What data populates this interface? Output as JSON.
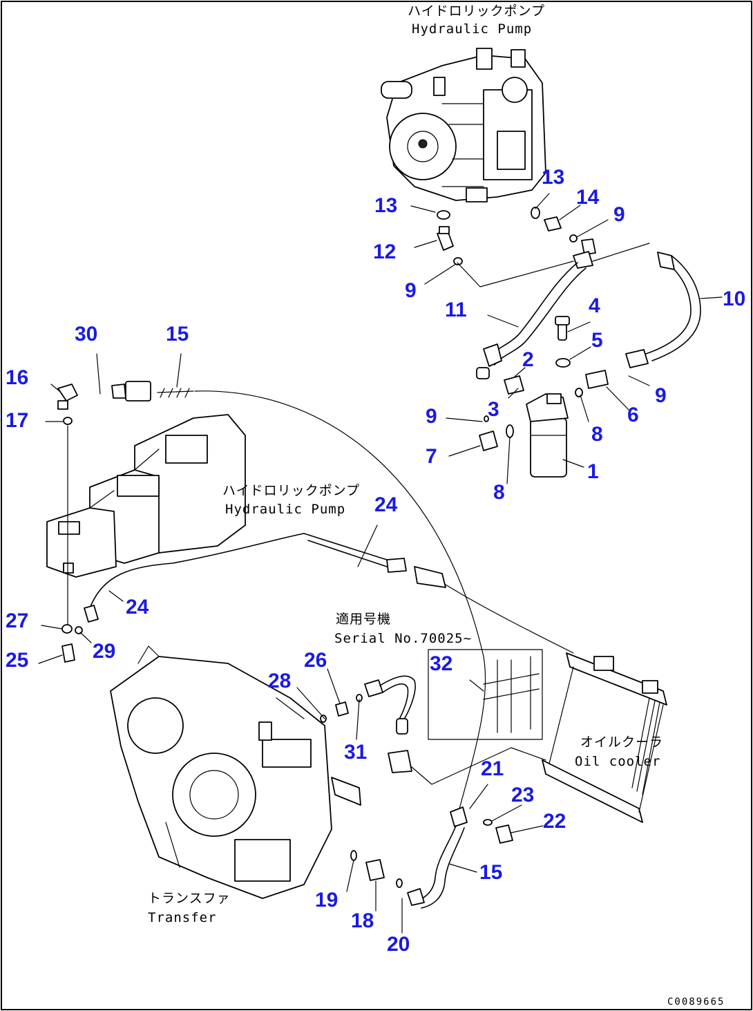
{
  "labels": {
    "pump_top_jp": "ハイドロリックポンプ",
    "pump_top_en": "Hydraulic Pump",
    "pump_mid_jp": "ハイドロリックポンプ",
    "pump_mid_en": "Hydraulic Pump",
    "serial_jp": "適用号機",
    "serial_en": "Serial No.70025~",
    "oil_cooler_jp": "オイルクーラ",
    "oil_cooler_en": "Oil cooler",
    "transfer_jp": "トランスファ",
    "transfer_en": "Transfer",
    "drawing_code": "C0089665"
  },
  "callouts": [
    "1",
    "2",
    "3",
    "4",
    "5",
    "6",
    "7",
    "8",
    "8",
    "9",
    "9",
    "9",
    "9",
    "10",
    "11",
    "12",
    "13",
    "13",
    "14",
    "15",
    "15",
    "16",
    "17",
    "18",
    "19",
    "20",
    "21",
    "22",
    "23",
    "24",
    "24",
    "25",
    "26",
    "27",
    "28",
    "29",
    "30",
    "31",
    "32"
  ],
  "colors": {
    "callout": "#1a1ae6",
    "line": "#000000",
    "background": "#ffffff"
  }
}
